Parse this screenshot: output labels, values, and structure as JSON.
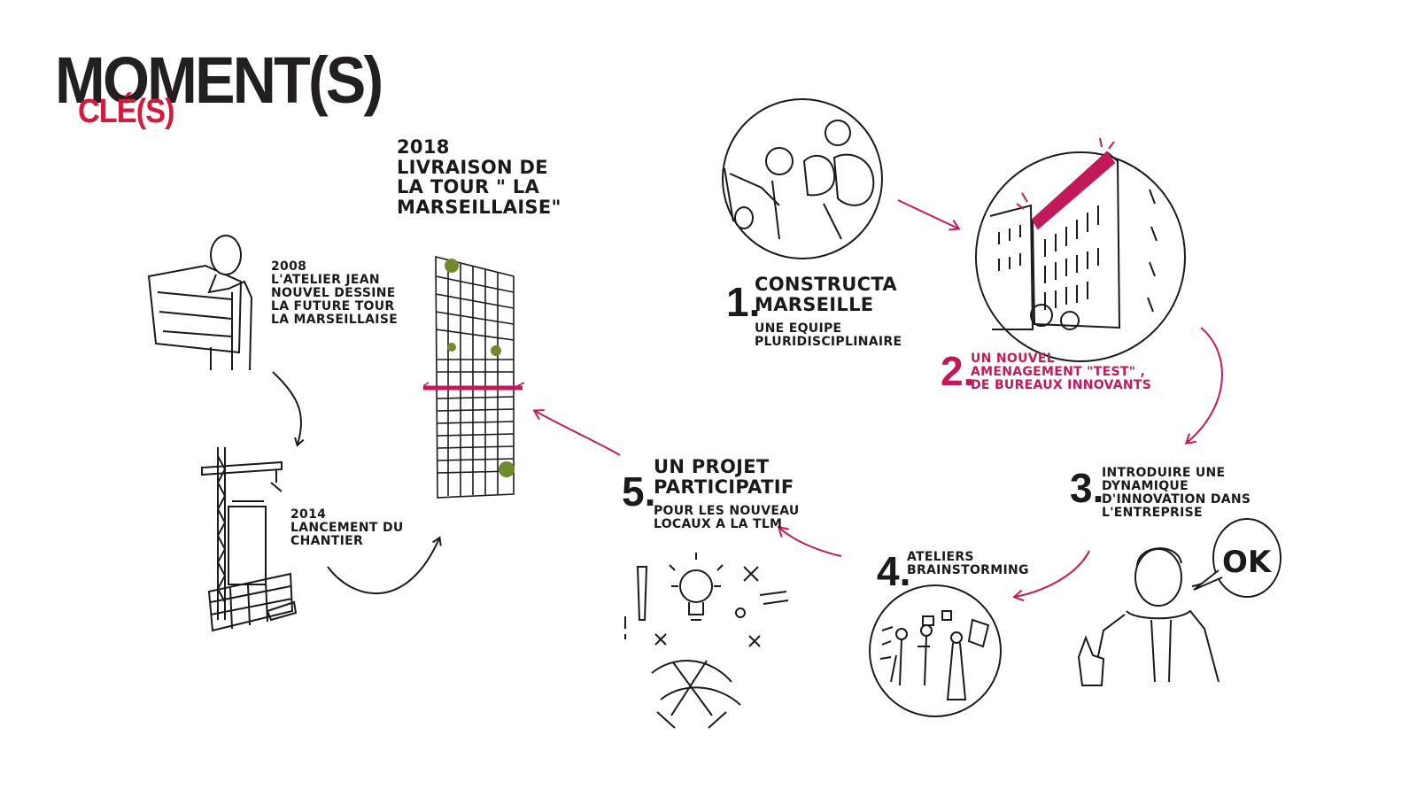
{
  "title": {
    "main": "MOMENT(S)",
    "sub": "CLÉ(S)"
  },
  "colors": {
    "accent_red": "#d21b3b",
    "accent_magenta": "#c2195a",
    "ink": "#1a1a1a"
  },
  "timeline": {
    "y2008": {
      "year": "2008",
      "lines": [
        "L'ATELIER JEAN",
        "NOUVEL DESSINE",
        "LA FUTURE TOUR",
        "LA MARSEILLAISE"
      ]
    },
    "y2014": {
      "year": "2014",
      "lines": [
        "LANCEMENT DU",
        "CHANTIER"
      ]
    },
    "y2018": {
      "year": "2018",
      "lines": [
        "LIVRAISON DE",
        "LA TOUR \" LA",
        "MARSEILLAISE\""
      ]
    }
  },
  "steps": [
    {
      "number": "1.",
      "title_lines": [
        "CONSTRUCTA",
        "MARSEILLE"
      ],
      "sub_lines": [
        "UNE EQUIPE",
        "PLURIDISCIPLINAIRE"
      ],
      "icon": "team-portrait-icon"
    },
    {
      "number": "2.",
      "lines": [
        "UN NOUVEL",
        "AMENAGEMENT \"TEST\" ,",
        "DE BUREAUX INNOVANTS"
      ],
      "icon": "office-building-icon"
    },
    {
      "number": "3.",
      "lines": [
        "INTRODUIRE UNE",
        "DYNAMIQUE",
        "D'INNOVATION DANS",
        "L'ENTREPRISE"
      ],
      "bubble": "OK",
      "icon": "thumbs-up-man-icon"
    },
    {
      "number": "4.",
      "lines": [
        "ATELIERS",
        "BRAINSTORMING"
      ],
      "icon": "brainstorming-icon"
    },
    {
      "number": "5.",
      "title_lines": [
        "UN PROJET",
        "PARTICIPATIF"
      ],
      "sub_lines": [
        "POUR LES NOUVEAU",
        "LOCAUX A LA TLM"
      ],
      "icon": "handshake-lightbulb-icon"
    }
  ]
}
